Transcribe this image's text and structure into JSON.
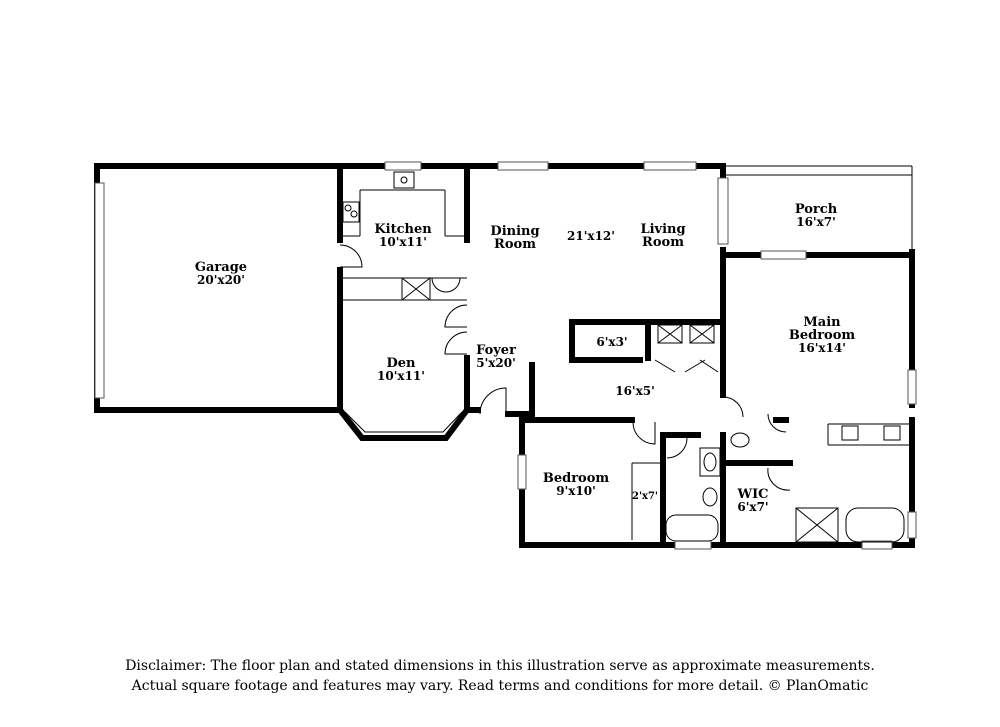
{
  "rooms": {
    "garage": {
      "name": "Garage",
      "dim": "20'x20'"
    },
    "kitchen": {
      "name": "Kitchen",
      "dim": "10'x11'"
    },
    "dining": {
      "name": "Dining",
      "name2": "Room"
    },
    "living": {
      "name": "Living",
      "name2": "Room",
      "dim": "21'x12'"
    },
    "porch": {
      "name": "Porch",
      "dim": "16'x7'"
    },
    "main": {
      "name": "Main",
      "name2": "Bedroom",
      "dim": "16'x14'"
    },
    "den": {
      "name": "Den",
      "dim": "10'x11'"
    },
    "foyer": {
      "name": "Foyer",
      "dim": "5'x20'"
    },
    "closet": {
      "dim": "6'x3'"
    },
    "hall": {
      "dim": "16'x5'"
    },
    "bedroom": {
      "name": "Bedroom",
      "dim": "9'x10'"
    },
    "smallcl": {
      "dim": "2'x7'"
    },
    "wic": {
      "name": "WIC",
      "dim": "6'x7'"
    }
  },
  "disclaimer": {
    "line1": "Disclaimer: The floor plan and stated dimensions in this illustration serve as approximate measurements.",
    "line2": "Actual square footage and features may vary. Read terms and conditions for more detail. © PlanOmatic"
  }
}
